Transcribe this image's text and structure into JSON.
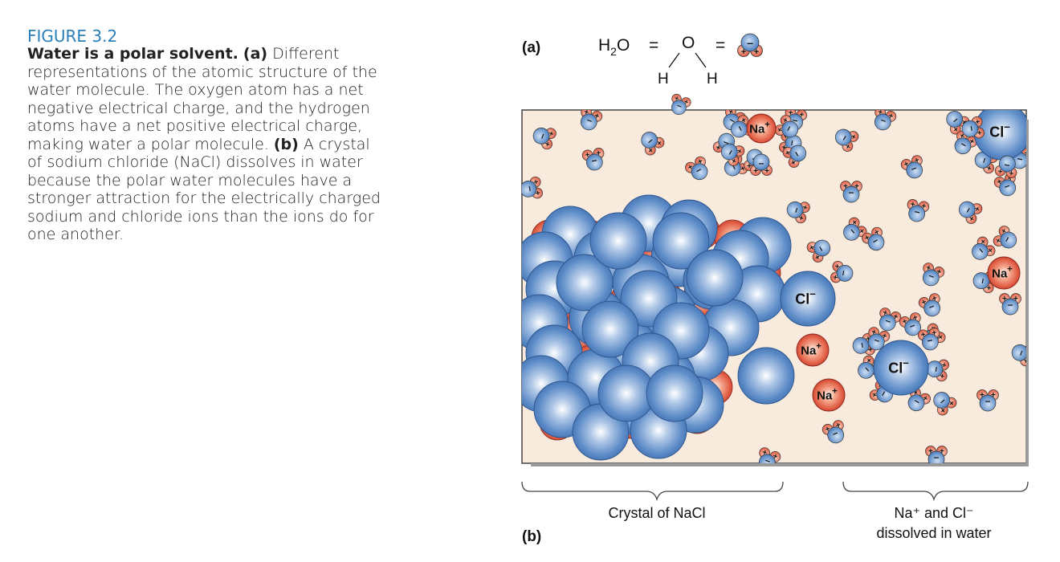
{
  "caption": {
    "figure_label": "FIGURE 3.2",
    "title": "Water is a polar solvent.",
    "part_a_label": "(a)",
    "part_a_text": "Different representations of the atomic structure of the water molecule. The oxygen atom has a net negative electrical charge, and the hydrogen atoms have a net positive electrical charge, making water a polar molecule.",
    "part_b_label": "(b)",
    "part_b_text": "A crystal of sodium chloride (NaCl) dissolves in water because the polar water molecules have a stronger attraction for the electrically charged sodium and chloride ions than the ions do for one another."
  },
  "panel_a": {
    "label": "(a)",
    "formula_main": "H",
    "formula_sub": "2",
    "formula_tail": "O",
    "equals": "=",
    "oxygen": "O",
    "hydrogen_left": "H",
    "hydrogen_right": "H"
  },
  "panel_b": {
    "label": "(b)",
    "bracket_left_label": "Crystal of NaCl",
    "bracket_right_label_1": "Na⁺ and Cl⁻",
    "bracket_right_label_2": "dissolved in water"
  },
  "ions": {
    "na_text": "Na",
    "na_sup": "+",
    "cl_text": "Cl",
    "cl_sup": "–"
  },
  "symbols": {
    "plus": "+",
    "minus": "–"
  },
  "colors": {
    "chloride_blue": "#4d80c0",
    "sodium_red": "#dc4a3a",
    "water_bg": "#f8eadc",
    "caption_blue": "#2a7fb8"
  }
}
